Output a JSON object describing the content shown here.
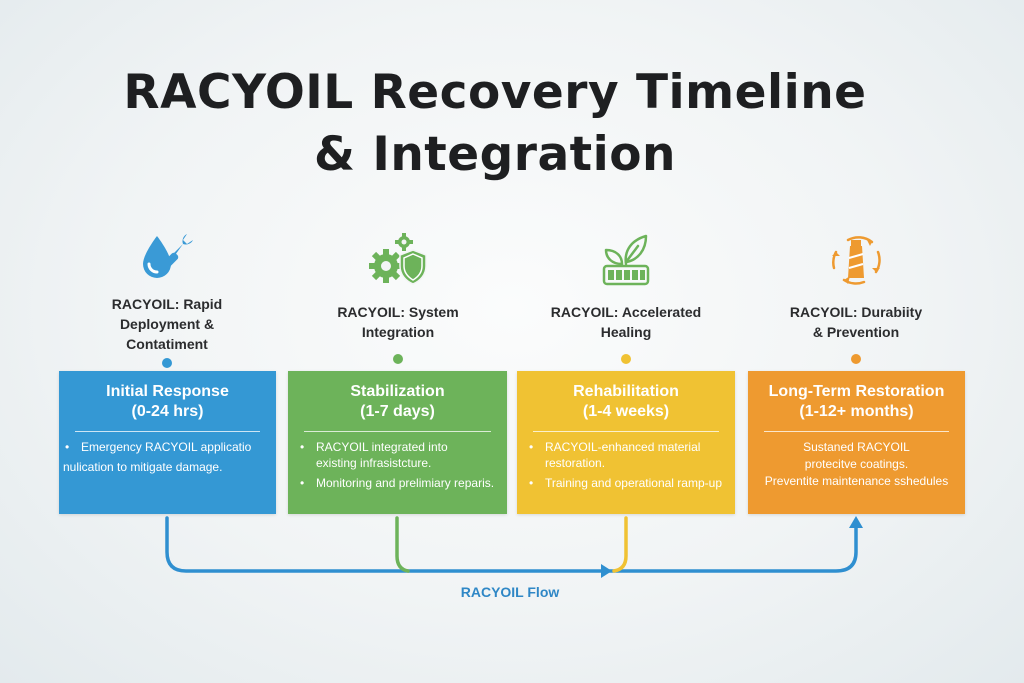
{
  "title": {
    "line1": "RACYOIL Recovery Timeline",
    "line2": "& Integration"
  },
  "colors": {
    "blue": "#3498d4",
    "green": "#6db35a",
    "yellow": "#f0c233",
    "orange": "#ee9a30",
    "flow": "#2f8fd0"
  },
  "stages": [
    {
      "icon": "droplet-wrench-icon",
      "label_line1": "RACYOIL: Rapid",
      "label_line2": "Deployment &",
      "label_line3": "Contatiment",
      "box_title_line1": "Initial Response",
      "box_title_line2": "(0-24 hrs)",
      "bullets": [
        "Emergency RACYOIL applicatio",
        "nulication to mitigate damage."
      ]
    },
    {
      "icon": "gears-shield-icon",
      "label_line1": "RACYOIL: System",
      "label_line2": "Integration",
      "box_title_line1": "Stabilization",
      "box_title_line2": "(1-7 days)",
      "bullets": [
        "RACYOIL integrated into existing infrasistcture.",
        "Monitoring and prelimiary reparis."
      ]
    },
    {
      "icon": "leaf-battery-icon",
      "label_line1": "RACYOIL: Accelerated",
      "label_line2": "Healing",
      "box_title_line1": "Rehabilitation",
      "box_title_line2": "(1-4 weeks)",
      "bullets": [
        "RACYOIL-enhanced material restoration.",
        "Training and operational ramp-up"
      ]
    },
    {
      "icon": "lighthouse-cycle-icon",
      "label_line1": "RACYOIL: Durabiity",
      "label_line2": "& Prevention",
      "box_title_line1": "Long-Term Restoration",
      "box_title_line2": "(1-12+ months)",
      "lines": [
        "Sustaned RACYOIL",
        "protecitve coatings.",
        "Preventite maintenance sshedules"
      ]
    }
  ],
  "flow": {
    "label": "RACYOIL Flow"
  }
}
